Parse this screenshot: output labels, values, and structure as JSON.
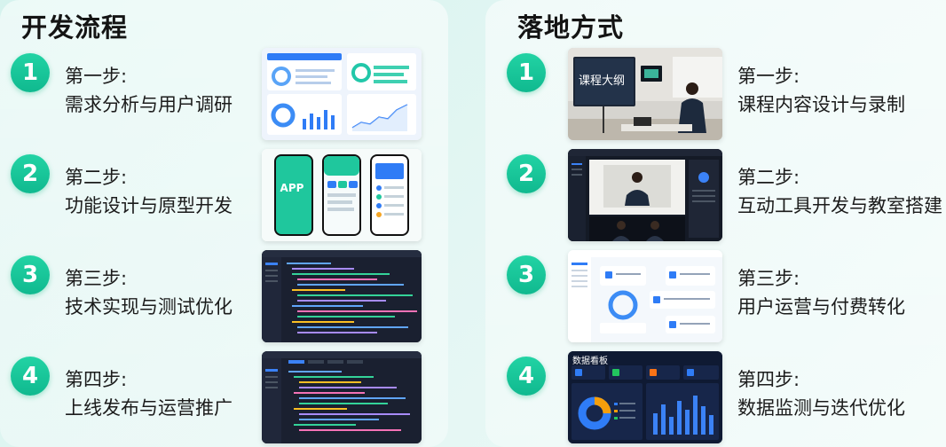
{
  "left": {
    "title": "开发流程",
    "steps": [
      {
        "num": "1",
        "label": "第一步:",
        "desc": "需求分析与用户调研"
      },
      {
        "num": "2",
        "label": "第二步:",
        "desc": "功能设计与原型开发"
      },
      {
        "num": "3",
        "label": "第三步:",
        "desc": "技术实现与测试优化"
      },
      {
        "num": "4",
        "label": "第四步:",
        "desc": "上线发布与运营推广"
      }
    ]
  },
  "right": {
    "title": "落地方式",
    "steps": [
      {
        "num": "1",
        "label": "第一步:",
        "desc": "课程内容设计与录制"
      },
      {
        "num": "2",
        "label": "第二步:",
        "desc": "互动工具开发与教室搭建"
      },
      {
        "num": "3",
        "label": "第三步:",
        "desc": "用户运营与付费转化"
      },
      {
        "num": "4",
        "label": "第四步:",
        "desc": "数据监测与迭代优化"
      }
    ]
  },
  "thumbs": {
    "app_text": "APP",
    "classroom_text": "课程大纲",
    "dashboard_title": "数据看板"
  },
  "colors": {
    "accent": "#10b98f",
    "blue": "#2f7cf6",
    "dark": "#1b2233"
  }
}
